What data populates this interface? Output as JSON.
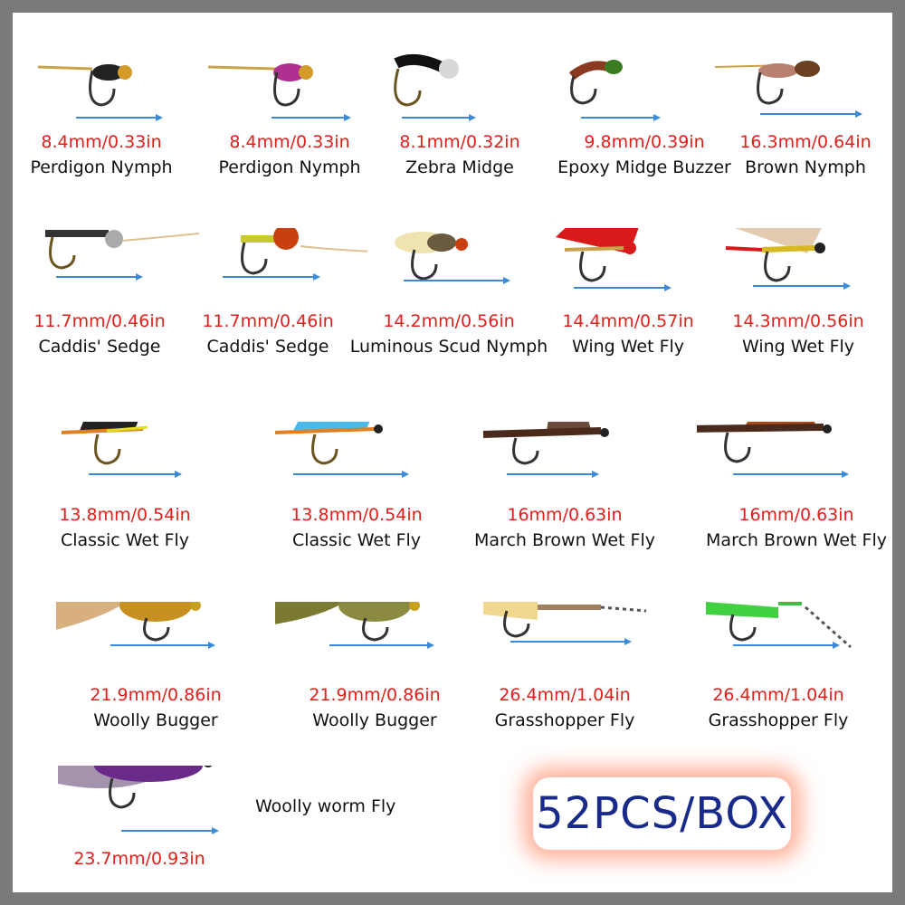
{
  "colors": {
    "size_text": "#e0201a",
    "name_text": "#111111",
    "badge_text": "#1a2a8a",
    "arrow": "#3a8ad8",
    "badge_glow": "#ff7850"
  },
  "flies": [
    {
      "size": "8.4mm/0.33in",
      "name": "Perdigon Nymph"
    },
    {
      "size": "8.4mm/0.33in",
      "name": "Perdigon Nymph"
    },
    {
      "size": "8.1mm/0.32in",
      "name": "Zebra Midge"
    },
    {
      "size": "9.8mm/0.39in",
      "name": "Epoxy Midge Buzzer"
    },
    {
      "size": "16.3mm/0.64in",
      "name": "Brown Nymph"
    },
    {
      "size": "11.7mm/0.46in",
      "name": "Caddis' Sedge"
    },
    {
      "size": "11.7mm/0.46in",
      "name": "Caddis' Sedge"
    },
    {
      "size": "14.2mm/0.56in",
      "name": "Luminous Scud Nymph"
    },
    {
      "size": "14.4mm/0.57in",
      "name": "Wing Wet Fly"
    },
    {
      "size": "14.3mm/0.56in",
      "name": "Wing Wet Fly"
    },
    {
      "size": "13.8mm/0.54in",
      "name": "Classic Wet Fly"
    },
    {
      "size": "13.8mm/0.54in",
      "name": "Classic Wet Fly"
    },
    {
      "size": "16mm/0.63in",
      "name": "March Brown Wet Fly"
    },
    {
      "size": "16mm/0.63in",
      "name": "March Brown Wet Fly"
    },
    {
      "size": "21.9mm/0.86in",
      "name": "Woolly Bugger"
    },
    {
      "size": "21.9mm/0.86in",
      "name": "Woolly Bugger"
    },
    {
      "size": "26.4mm/1.04in",
      "name": "Grasshopper Fly"
    },
    {
      "size": "26.4mm/1.04in",
      "name": "Grasshopper Fly"
    },
    {
      "size": "23.7mm/0.93in",
      "name": "Woolly worm Fly"
    }
  ],
  "badge": {
    "text": "52PCS/BOX"
  }
}
